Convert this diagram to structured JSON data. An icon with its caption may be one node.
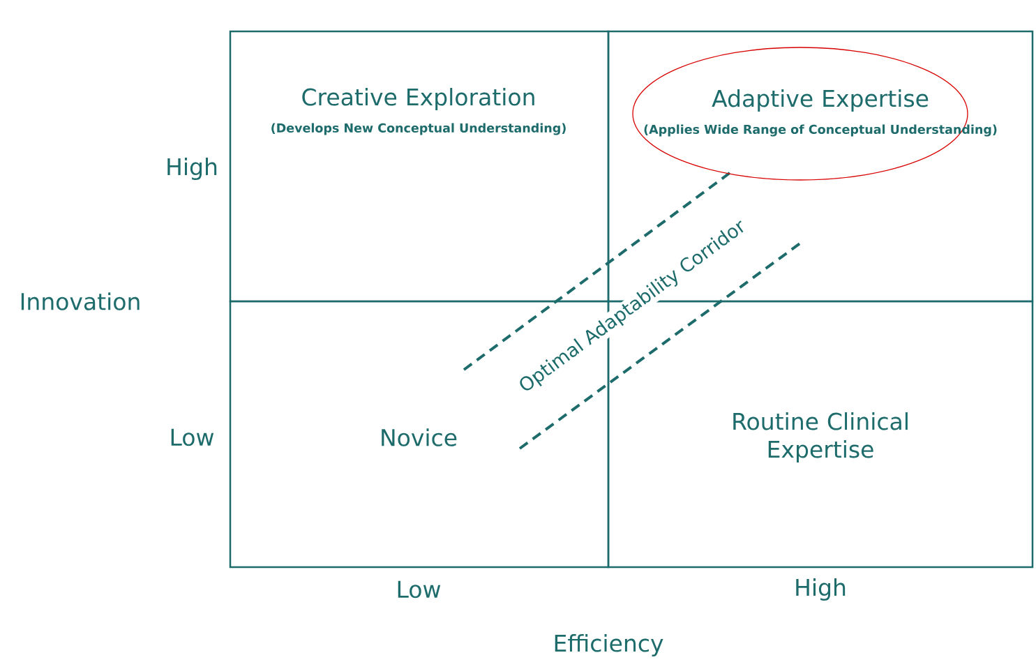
{
  "diagram": {
    "nodes": [
      {
        "text": [
          "Creative Exploration",
          "(Develops New Conceptual Understanding)"
        ]
      },
      {
        "text": [
          "Adaptive Expertise",
          "(Applies Wide Range of Conceptual Understanding)"
        ]
      },
      {
        "text": [
          "Novice"
        ]
      },
      {
        "text": [
          "Routine Clinical Expertise"
        ]
      }
    ],
    "labels": [
      "High",
      "Innovation",
      "Optimal Adaptability Corridor",
      "Low",
      "Low",
      "High",
      "Efficiency"
    ]
  }
}
